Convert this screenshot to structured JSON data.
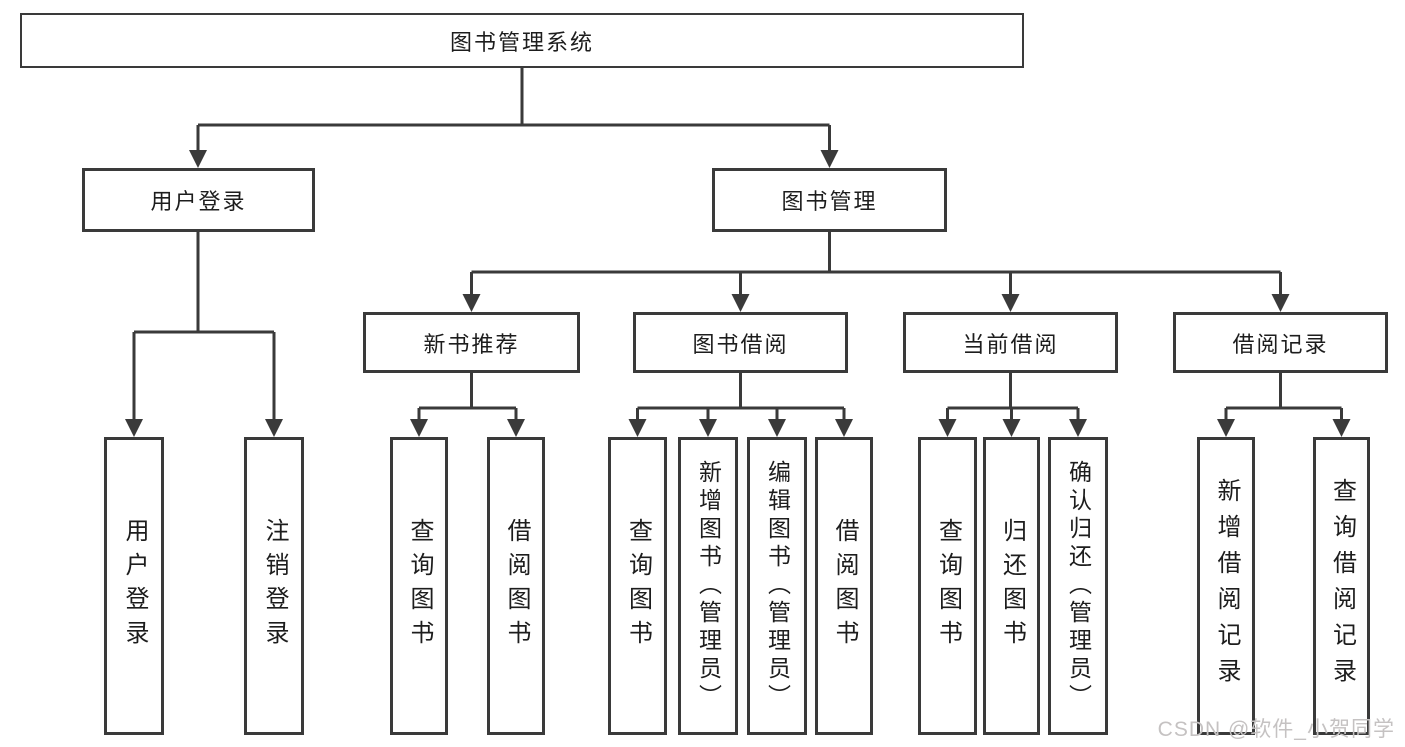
{
  "colors": {
    "line": "#3a3a3a",
    "text": "#1d1d1d",
    "background": "#ffffff",
    "watermark": "#c5c2c2"
  },
  "nodes": {
    "root": {
      "label": "图书管理系统"
    },
    "user_login": {
      "label": "用户登录"
    },
    "book_management": {
      "label": "图书管理"
    },
    "new_book_recommendation": {
      "label": "新书推荐"
    },
    "book_borrowing": {
      "label": "图书借阅"
    },
    "current_borrowing": {
      "label": "当前借阅"
    },
    "borrowing_records": {
      "label": "借阅记录"
    },
    "leaf_user_login": {
      "label": "用户登录"
    },
    "leaf_logout": {
      "label": "注销登录"
    },
    "nb_query_books": {
      "label": "查询图书"
    },
    "nb_borrow_books": {
      "label": "借阅图书"
    },
    "bw_query_books": {
      "label": "查询图书"
    },
    "bw_add_books": {
      "label": "新增图书（管理员）"
    },
    "bw_edit_books": {
      "label": "编辑图书（管理员）"
    },
    "bw_borrow_books": {
      "label": "借阅图书"
    },
    "cur_query_books": {
      "label": "查询图书"
    },
    "cur_return_books": {
      "label": "归还图书"
    },
    "cur_confirm_return": {
      "label": "确认归还（管理员）"
    },
    "rec_add_record": {
      "label": "新增借阅记录"
    },
    "rec_query_record": {
      "label": "查询借阅记录"
    }
  },
  "hierarchy": {
    "图书管理系统": {
      "用户登录": [
        "用户登录",
        "注销登录"
      ],
      "图书管理": {
        "新书推荐": [
          "查询图书",
          "借阅图书"
        ],
        "图书借阅": [
          "查询图书",
          "新增图书（管理员）",
          "编辑图书（管理员）",
          "借阅图书"
        ],
        "当前借阅": [
          "查询图书",
          "归还图书",
          "确认归还（管理员）"
        ],
        "借阅记录": [
          "新增借阅记录",
          "查询借阅记录"
        ]
      }
    }
  },
  "watermark": "CSDN @软件_小贺同学"
}
